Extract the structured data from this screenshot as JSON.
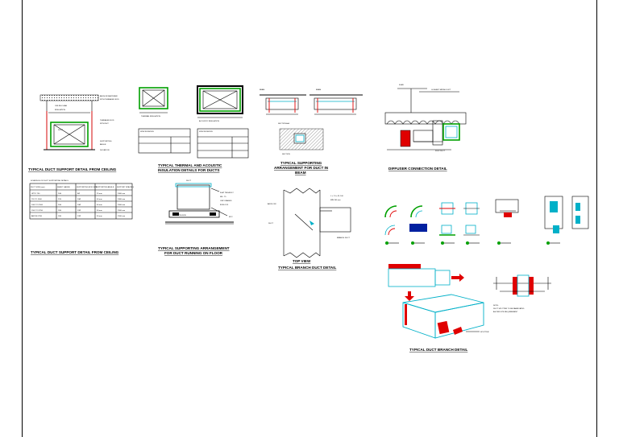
{
  "labels": {
    "duct_support_ceiling": "TYPICAL DUCT SUPPORT DETAIL FROM CEILING",
    "thermal_acoustic_line1": "TYPICAL THERMAL AND ACOUSTIC",
    "thermal_acoustic_line2": "INSULATION DETAILS FOR DUCTS",
    "supporting_beam_line1": "TYPICAL SUPPORTING",
    "supporting_beam_line2": "ARRANGEMENT FOR DUCT IN",
    "supporting_beam_line3": "BEAM",
    "diffuser_connection": "DIFFUSER CONNECTION DETAIL",
    "duct_support_ceiling_2": "TYPICAL DUCT SUPPORT DETAIL FROM CEILING",
    "supporting_floor_line1": "TYPICAL SUPPORTING ARRANGEMENT",
    "supporting_floor_line2": "FOR DUCT RUNNING ON FLOOR",
    "top_view": "TOP VIEW",
    "branch_duct": "TYPICAL BRANCH DUCT DETAIL",
    "branch_duct_iso": "TYPICAL DUCT BRANCH DETAIL"
  },
  "schedule": {
    "title": "SCHEDULE OF DUCT SUPPORTING DETAILS",
    "headers": [
      "DUCT SIDE (mm)",
      "SHEET GAUGE",
      "SUPPORTING ROD SIZE",
      "SUPPORTING ANGLE",
      "SUPPORT SPACING"
    ],
    "rows": [
      [
        "UPTO 750",
        "24G",
        "8Ø",
        "25 mm",
        "2400 mm"
      ],
      [
        "751 TO 1000",
        "22G",
        "10Ø",
        "40 mm",
        "2400 mm"
      ],
      [
        "1001 TO 1500",
        "20G",
        "10Ø",
        "40 mm",
        "2000 mm"
      ],
      [
        "1501 TO 2250",
        "18G",
        "12Ø",
        "50 mm",
        "2000 mm"
      ],
      [
        "ABOVE 2250",
        "18G",
        "12Ø",
        "50 mm",
        "1500 mm"
      ]
    ]
  },
  "colors": {
    "insulation": "#00a000",
    "flange": "#e00000",
    "duct": "#00b0c8",
    "ink": "#000000"
  }
}
